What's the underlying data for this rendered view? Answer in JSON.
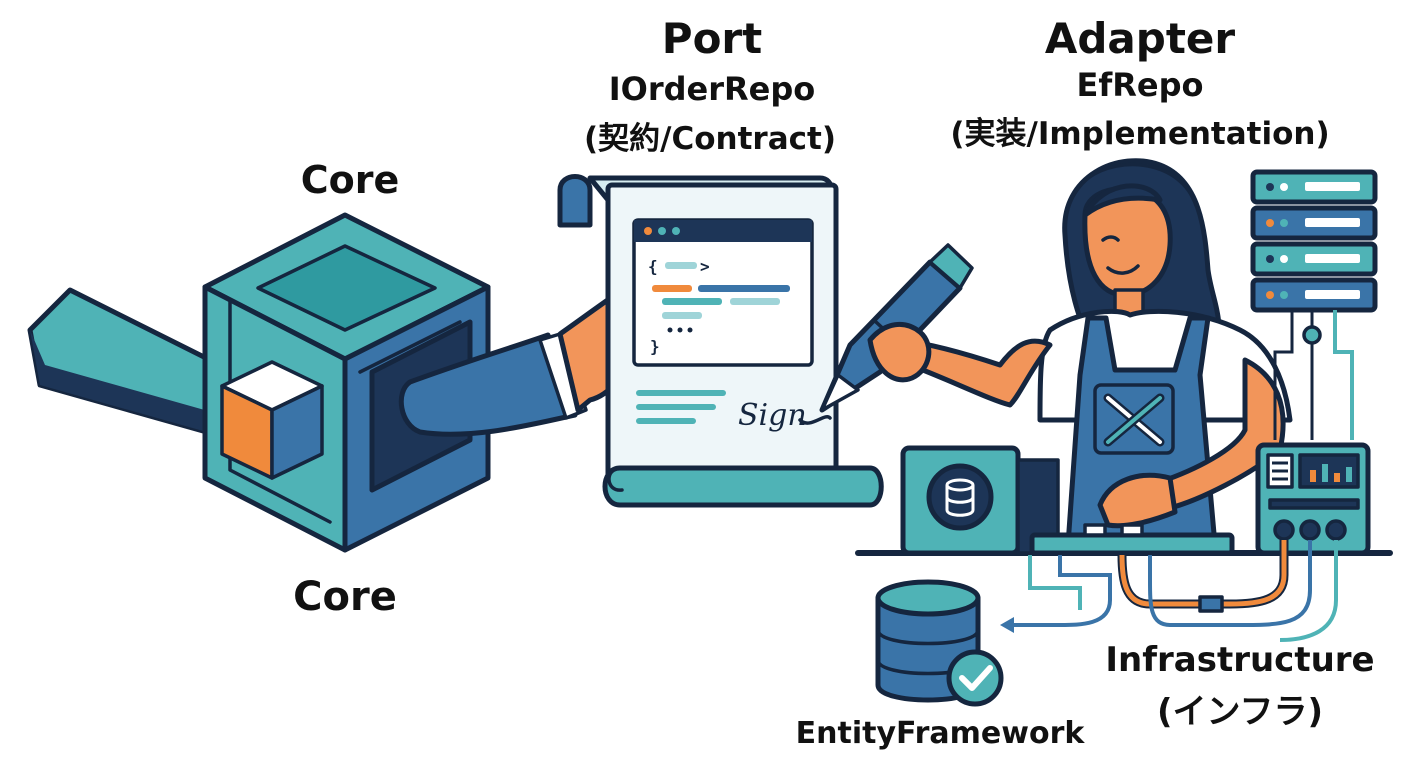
{
  "core": {
    "top_label": "Core",
    "bottom_label": "Core"
  },
  "port": {
    "title": "Port",
    "name": "IOrderRepo",
    "role": "(契約/Contract)"
  },
  "adapter": {
    "title": "Adapter",
    "name": "EfRepo",
    "role": "(実装/Implementation)"
  },
  "infrastructure": {
    "title": "Infrastructure",
    "subtitle": "(インフラ)"
  },
  "database": {
    "label": "EntityFramework"
  },
  "contract_doc": {
    "code_open": "{",
    "code_close": "}",
    "signature": "Sign"
  },
  "colors": {
    "outline": "#15263f",
    "teal": "#4fb3b6",
    "blue": "#3a74a8",
    "navy": "#1d3557",
    "orange": "#f08a3c",
    "skin": "#f2955a",
    "paper": "#eef6f9"
  }
}
